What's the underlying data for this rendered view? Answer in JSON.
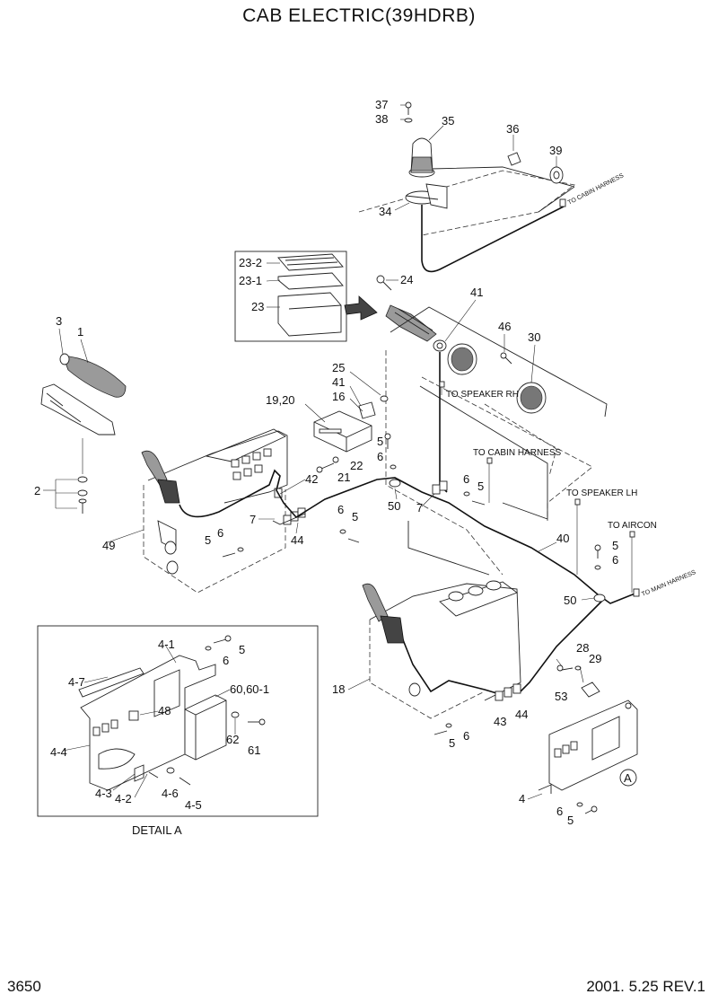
{
  "title": "CAB ELECTRIC(39HDRB)",
  "footer": {
    "page_number": "3650",
    "revision": "2001. 5.25  REV.1"
  },
  "detail_caption": "DETAIL  A",
  "notes": {
    "to_cabin_harness_top": "TO CABIN HARNESS",
    "to_speaker_rh": "TO SPEAKER RH",
    "to_cabin_harness_mid": "TO CABIN HARNESS",
    "to_speaker_lh": "TO SPEAKER LH",
    "to_aircon": "TO AIRCON",
    "to_main_harness": "TO MAIN HARNESS",
    "detail_ref": "A"
  },
  "callouts": {
    "c37": "37",
    "c38": "38",
    "c35": "35",
    "c36": "36",
    "c39": "39",
    "c34": "34",
    "c23_2": "23-2",
    "c23_1": "23-1",
    "c23": "23",
    "c24": "24",
    "c41a": "41",
    "c46": "46",
    "c30": "30",
    "c3": "3",
    "c1": "1",
    "c25": "25",
    "c41b": "41",
    "c16": "16",
    "c19_20": "19,20",
    "c5a": "5",
    "c6a": "6",
    "c22": "22",
    "c21": "21",
    "c2": "2",
    "c42": "42",
    "c7a": "7",
    "c6b": "6",
    "c5b": "5",
    "c50a": "50",
    "c7b": "7",
    "c6c": "6",
    "c5c": "5",
    "c44a": "44",
    "c6d": "6",
    "c5d": "5",
    "c49": "49",
    "c5e": "5",
    "c6e": "6",
    "c40": "40",
    "c50b": "50",
    "c4_1": "4-1",
    "c5f": "5",
    "c6f": "6",
    "c4_7": "4-7",
    "c60": "60,60-1",
    "c48": "48",
    "c62": "62",
    "c61": "61",
    "c4_4": "4-4",
    "c4_3": "4-3",
    "c4_2": "4-2",
    "c4_6": "4-6",
    "c4_5": "4-5",
    "c18": "18",
    "c28": "28",
    "c29": "29",
    "c53": "53",
    "c43": "43",
    "c44b": "44",
    "c6g": "6",
    "c5g": "5",
    "c4": "4",
    "c6h": "6",
    "c5h": "5"
  }
}
